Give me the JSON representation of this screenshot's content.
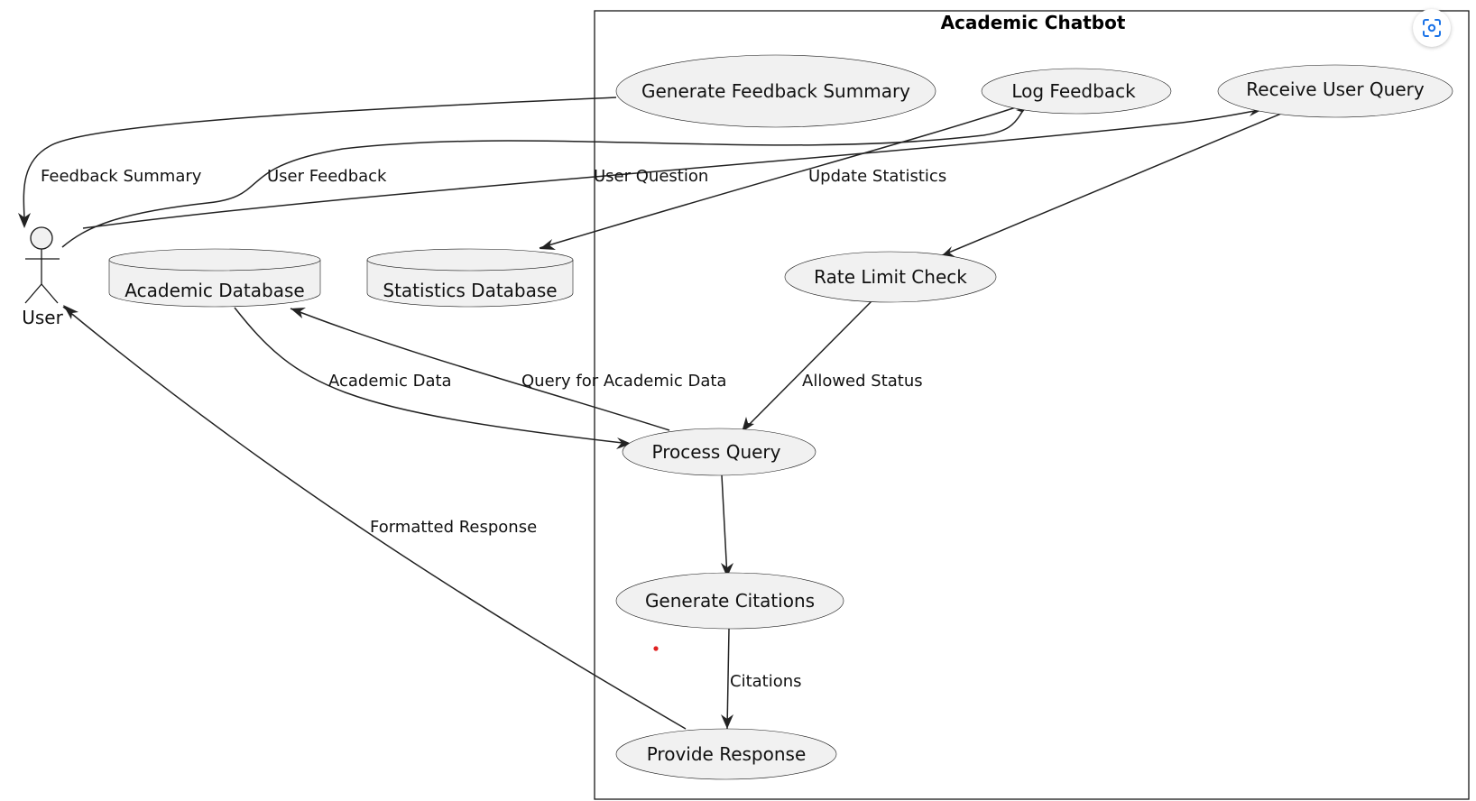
{
  "boundary": {
    "title": "Academic Chatbot"
  },
  "actor": {
    "label": "User"
  },
  "databases": {
    "academic": "Academic Database",
    "statistics": "Statistics Database"
  },
  "use_cases": {
    "generate_feedback_summary": "Generate Feedback Summary",
    "log_feedback": "Log Feedback",
    "receive_user_query": "Receive User Query",
    "rate_limit_check": "Rate Limit Check",
    "process_query": "Process Query",
    "generate_citations": "Generate Citations",
    "provide_response": "Provide Response"
  },
  "edges": {
    "feedback_summary": "Feedback Summary",
    "user_feedback": "User Feedback",
    "user_question": "User Question",
    "update_statistics": "Update Statistics",
    "academic_data": "Academic Data",
    "query_academic_data": "Query for Academic Data",
    "allowed_status": "Allowed Status",
    "formatted_response": "Formatted Response",
    "citations": "Citations"
  },
  "toolbar": {
    "scan_icon": "screenshot-scan-icon",
    "accent_color": "#1a73e8"
  }
}
